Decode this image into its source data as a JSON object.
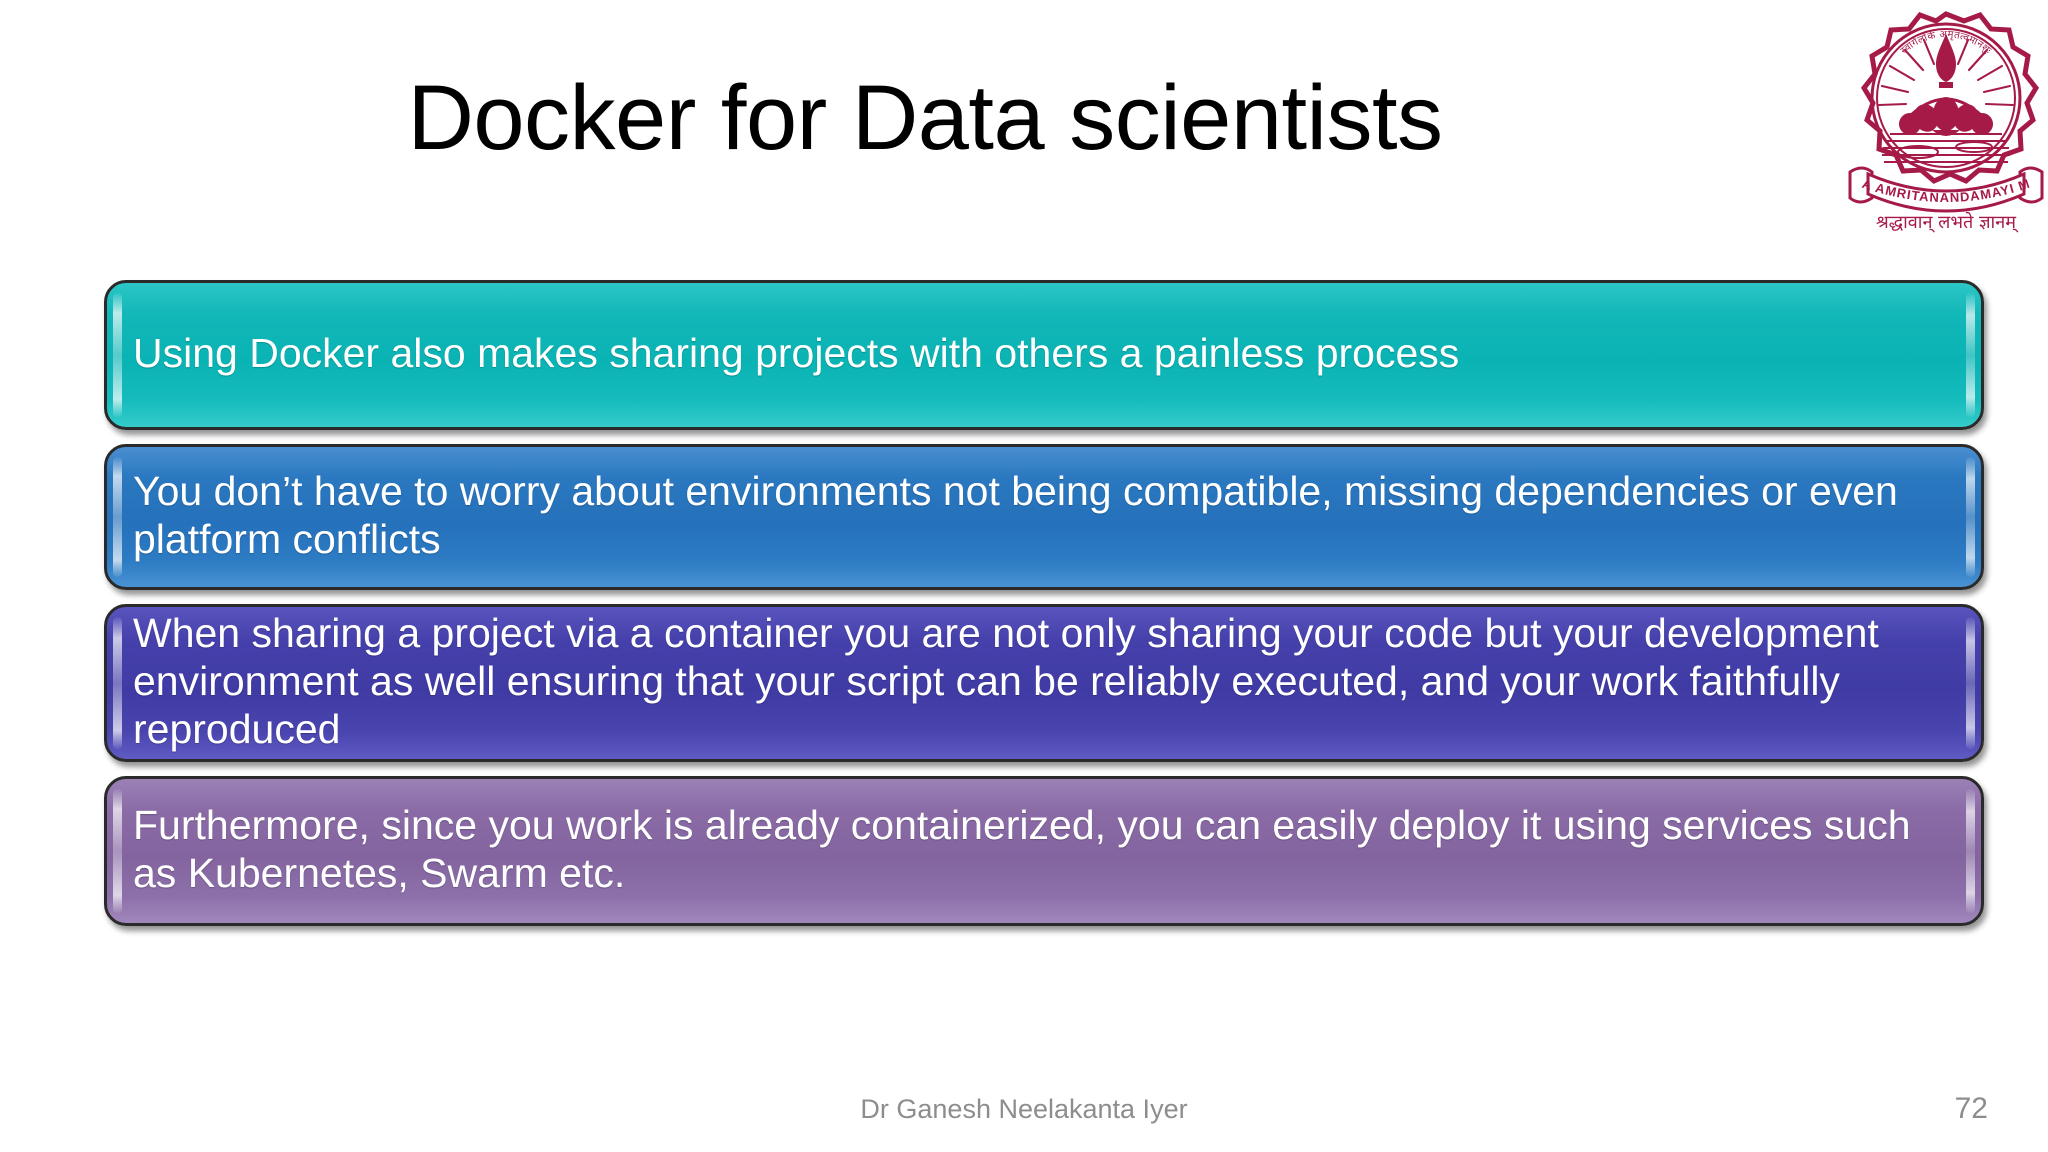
{
  "slide": {
    "title": "Docker for Data scientists",
    "background_color": "#ffffff",
    "page_number": "72",
    "author": "Dr Ganesh Neelakanta Iyer"
  },
  "logo": {
    "name": "mata-amritanandamayi-math-emblem",
    "banner_text": "MATA  AMRITANANDAMAYI  MATH",
    "arc_text": "स्वार्गलोके अमृतत्वमानशुः",
    "motto_text": "श्रद्धावान् लभते ज्ञानम्",
    "color": "#A61A47"
  },
  "bars": [
    {
      "id": "bar-sharing",
      "text": "Using Docker also makes sharing projects with others a painless process",
      "fill_class": "fill-teal",
      "height_class": "h1",
      "color": "#0ab3b4"
    },
    {
      "id": "bar-environments",
      "text": "You don’t have to worry about environments not being compatible, missing dependencies or even platform conflicts",
      "fill_class": "fill-blue",
      "height_class": "h2",
      "color": "#2571bb"
    },
    {
      "id": "bar-reproducible",
      "text": "When sharing a project via a container you are not only sharing your code but your development environment as well ensuring that your script can be reliably executed, and your work faithfully reproduced",
      "fill_class": "fill-indigo",
      "height_class": "h3",
      "color": "#403ba4"
    },
    {
      "id": "bar-deploy",
      "text": "Furthermore, since you work is already containerized, you can easily deploy it using services such as Kubernetes, Swarm etc.",
      "fill_class": "fill-purple",
      "height_class": "h4",
      "color": "#83649f"
    }
  ]
}
